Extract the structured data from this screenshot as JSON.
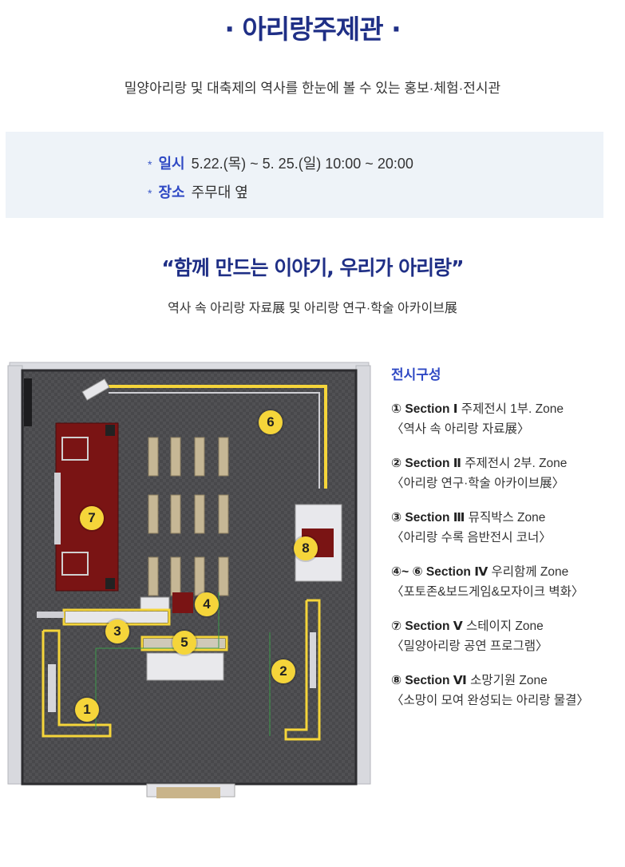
{
  "header": {
    "title": "· 아리랑주제관 ·",
    "subtitle": "밀양아리랑 및 대축제의 역사를 한눈에 볼 수 있는 홍보·체험·전시관"
  },
  "info": {
    "date_label": "일시",
    "date_value": "5.22.(목) ~ 5. 25.(일)  10:00 ~ 20:00",
    "place_label": "장소",
    "place_value": "주무대 옆",
    "bullet": "*"
  },
  "feature": {
    "headline": "“함께 만드는 이야기, 우리가 아리랑”",
    "subline": "역사 속 아리랑 자료展 및 아리랑 연구·학술 아카이브展"
  },
  "legend": {
    "title": "전시구성",
    "items": [
      {
        "section": "① Section Ⅰ",
        "zone": " 주제전시 1부. Zone",
        "desc": "〈역사 속 아리랑 자료展〉"
      },
      {
        "section": "② Section Ⅱ",
        "zone": " 주제전시 2부. Zone",
        "desc": "〈아리랑 연구·학술 아카이브展〉"
      },
      {
        "section": "③ Section Ⅲ",
        "zone": " 뮤직박스 Zone",
        "desc": "〈아리랑 수록 음반전시 코너〉"
      },
      {
        "section": "④~ ⑥ Section Ⅳ",
        "zone": " 우리함께 Zone",
        "desc": "〈포토존&보드게임&모자이크 벽화〉"
      },
      {
        "section": "⑦ Section Ⅴ",
        "zone": " 스테이지 Zone",
        "desc": "〈밀양아리랑 공연 프로그램〉"
      },
      {
        "section": "⑧ Section Ⅵ",
        "zone": " 소망기원 Zone",
        "desc": "〈소망이 모여 완성되는 아리랑 물결〉"
      }
    ]
  },
  "floor_plan": {
    "badges": [
      "1",
      "2",
      "3",
      "4",
      "5",
      "6",
      "7",
      "8"
    ],
    "colors": {
      "floor": "#4a4a4d",
      "stage": "#7a1414",
      "highlight": "#f5d53a",
      "title": "#1f2f86",
      "accent": "#2f49c4"
    }
  }
}
